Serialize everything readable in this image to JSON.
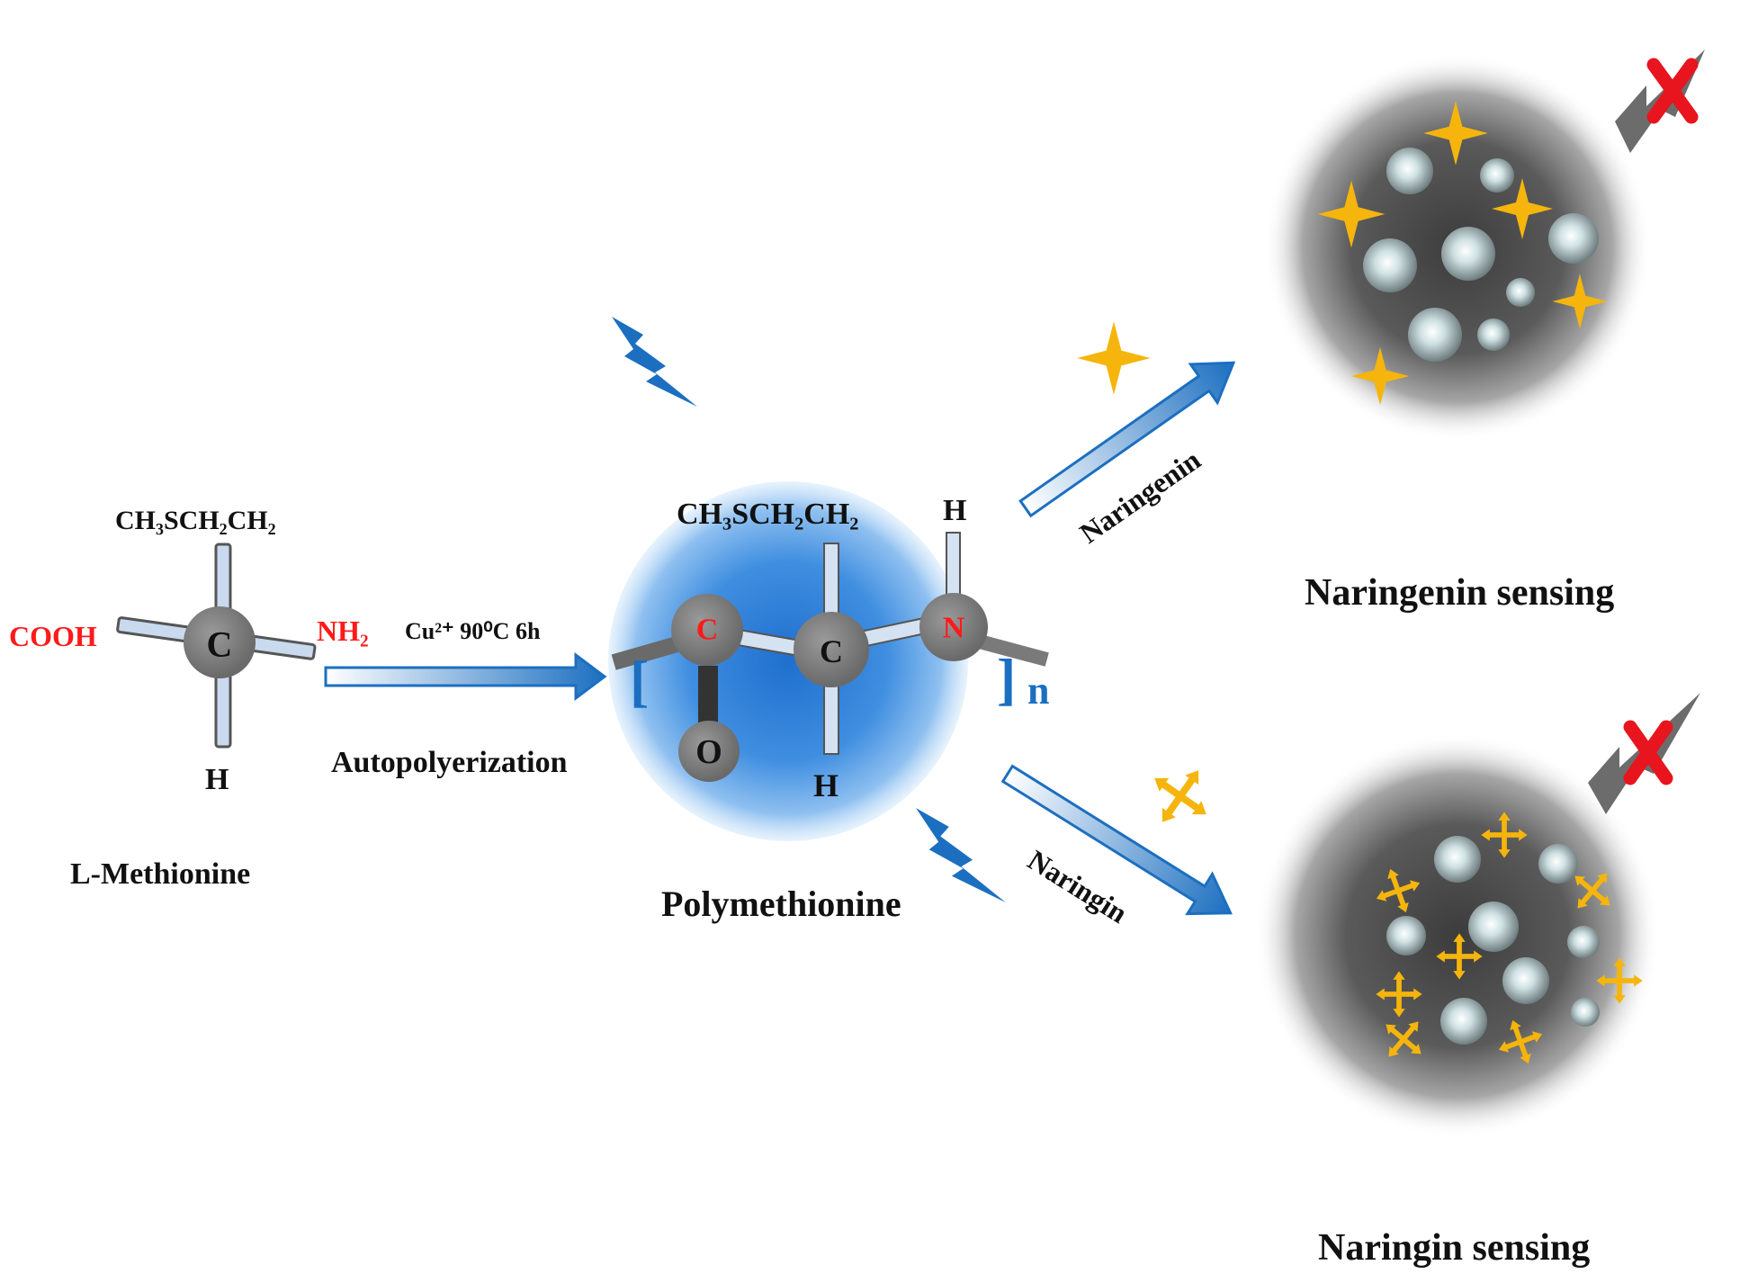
{
  "colors": {
    "background": "#ffffff",
    "atom": "#7a7a7a",
    "bond": "#c9d9ee",
    "accent_blue": "#1c6fc0",
    "hetero_red": "#ff1a1a",
    "sparkle": "#f5b50c",
    "particle_dark": "#4a4a4a",
    "cross": "#e8141e"
  },
  "monomer": {
    "substituent_top": "CH₃SCH₂CH₂",
    "center_atom": "C",
    "left_group": "COOH",
    "right_group": "NH₂",
    "bottom_atom": "H",
    "name": "L-Methionine"
  },
  "reaction": {
    "conditions": "Cu²⁺ 90⁰C 6h",
    "process": "Autopolyerization"
  },
  "polymer": {
    "substituent_top": "CH₃SCH₂CH₂",
    "atom_carbonyl": "C",
    "atom_alpha": "C",
    "atom_nitrogen": "N",
    "atom_oxygen": "O",
    "hydrogen_top": "H",
    "hydrogen_bottom": "H",
    "bracket_open": "[",
    "bracket_close": "]",
    "repeat": "n",
    "name": "Polymethionine"
  },
  "branches": {
    "upper_arrow_label": "Naringenin",
    "lower_arrow_label": "Naringin",
    "upper_caption": "Naringenin sensing",
    "lower_caption": "Naringin sensing"
  },
  "icons": [
    "lightning-icon",
    "sparkle-star-icon",
    "cross-arrow-icon",
    "red-x-icon",
    "lamp-icon"
  ]
}
